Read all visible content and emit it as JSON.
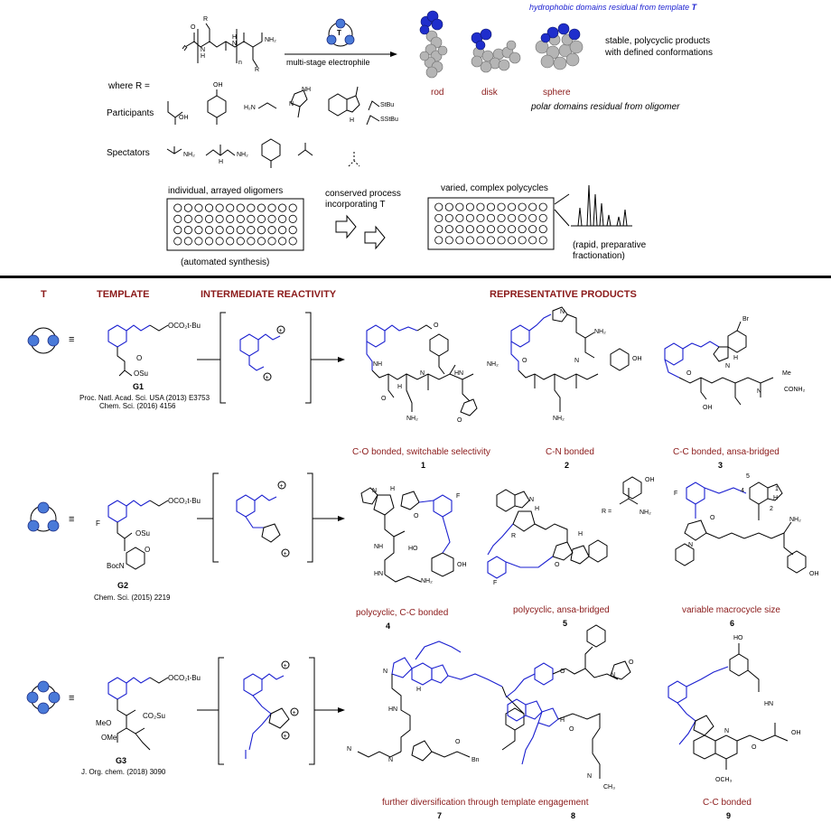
{
  "top": {
    "caption_hydrophobic": "hydrophobic domains residual from template",
    "caption_hydrophobic_T": "T",
    "reagent_label": "multi-stage electrophile",
    "reagent_symbol": "T",
    "shape_rod": "rod",
    "shape_disk": "disk",
    "shape_sphere": "sphere",
    "caption_stable_1": "stable, polycyclic products",
    "caption_stable_2": "with defined conformations",
    "caption_polar": "polar domains residual from oligomer",
    "where_r": "where R =",
    "participants": "Participants",
    "spectators": "Spectators",
    "oligomer_n": "n",
    "oligomer_r1": "R",
    "oligomer_r2": "R",
    "oligomer_nh2": "NH₂",
    "oligomer_n1": "N",
    "oligomer_n2": "N",
    "oligomer_h1": "H",
    "oligomer_h2": "H",
    "oligomer_o": "O",
    "side_oh": "OH",
    "side_h2n": "H₂N",
    "side_stbu": "StBu",
    "side_sstbu": "SStBu",
    "side_nh2": "NH₂",
    "side_nh": "NH",
    "side_h": "H",
    "side_n": "N",
    "side_h_indole": "H",
    "side_oh2": "OH",
    "side_nh2b": "NH₂",
    "individual_oligomers": "individual, arrayed oligomers",
    "conserved_1": "conserved process",
    "conserved_2": "incorporating T",
    "varied_polycycles": "varied, complex polycycles",
    "automated": "(automated synthesis)",
    "rapid_1": "(rapid, preparative",
    "rapid_2": "fractionation)"
  },
  "headers": {
    "t": "T",
    "template": "TEMPLATE",
    "intermediate": "INTERMEDIATE REACTIVITY",
    "products": "REPRESENTATIVE PRODUCTS"
  },
  "rows": [
    {
      "template_id": "G1",
      "equiv": "≡",
      "ref_1": "Proc. Natl. Acad. Sci. USA (2013) E3753",
      "ref_2": "Chem. Sci. (2016) 4156",
      "groups": [
        "OCO₂t-Bu",
        "OSu",
        "O"
      ],
      "products": [
        {
          "caption": "C-O bonded, switchable selectivity",
          "number": "1"
        },
        {
          "caption": "C-N bonded",
          "number": "2"
        },
        {
          "caption": "C-C bonded, ansa-bridged",
          "number": "3"
        }
      ]
    },
    {
      "template_id": "G2",
      "equiv": "≡",
      "ref_1": "Chem. Sci. (2015) 2219",
      "ref_2": "",
      "groups": [
        "OCO₂t-Bu",
        "OSu",
        "F",
        "BocN",
        "O"
      ],
      "products": [
        {
          "caption": "polycyclic, C-C bonded",
          "number": "4"
        },
        {
          "caption": "polycyclic, ansa-bridged",
          "number": "5"
        },
        {
          "caption": "variable macrocycle size",
          "number": "6"
        }
      ]
    },
    {
      "template_id": "G3",
      "equiv": "≡",
      "ref_1": "J. Org. chem. (2018) 3090",
      "ref_2": "",
      "groups": [
        "OCO₂t-Bu",
        "CO₂Su",
        "MeO",
        "OMe"
      ],
      "products": [
        {
          "caption": "further diversification through template engagement",
          "number": "7"
        },
        {
          "caption": "",
          "number": "8"
        },
        {
          "caption": "C-C bonded",
          "number": "9"
        }
      ]
    }
  ],
  "product_labels": {
    "p1": [
      "O",
      "NH",
      "NH₂",
      "HN",
      "N",
      "H",
      "O",
      "NH₂",
      "O"
    ],
    "p2": [
      "N",
      "N",
      "NH₂",
      "OH",
      "NH₂",
      "O"
    ],
    "p3": [
      "Br",
      "N",
      "H",
      "Me",
      "N",
      "CONH₂",
      "OH",
      "O"
    ],
    "p4": [
      "N",
      "H",
      "F",
      "O",
      "NH",
      "HO",
      "OH",
      "NH₂",
      "HN"
    ],
    "p5": [
      "N",
      "H",
      "R",
      "R =",
      "OH",
      "NH₂",
      "H",
      "O",
      "F"
    ],
    "p6": [
      "F",
      "5",
      "4",
      "H",
      "1",
      "2",
      "NH₂",
      "N",
      "OH",
      "O"
    ],
    "p7": [
      "N",
      "H",
      "HN",
      "N",
      "Bn",
      "N",
      "O"
    ],
    "p8": [
      "O",
      "N",
      "O",
      "H",
      "N",
      "CH₃",
      "O"
    ],
    "p9": [
      "HO",
      "HN",
      "OH",
      "OCH₃",
      "N",
      "O"
    ]
  }
}
